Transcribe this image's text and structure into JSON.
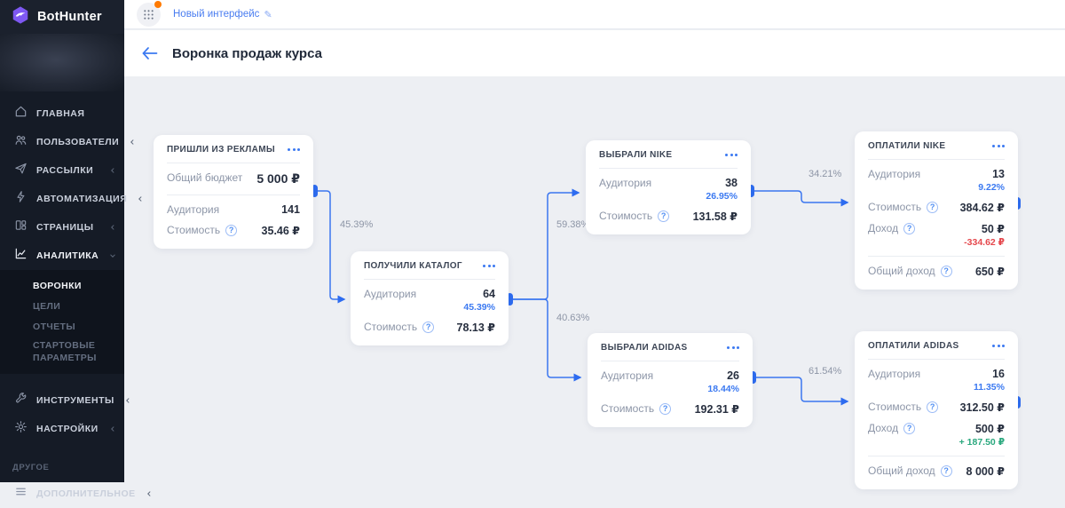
{
  "app": {
    "name": "BotHunter"
  },
  "topbar": {
    "new_interface": "Новый интерфейс"
  },
  "page": {
    "title": "Воронка продаж курса"
  },
  "sidebar": {
    "items": [
      {
        "label": "ГЛАВНАЯ"
      },
      {
        "label": "ПОЛЬЗОВАТЕЛИ"
      },
      {
        "label": "РАССЫЛКИ"
      },
      {
        "label": "АВТОМАТИЗАЦИЯ"
      },
      {
        "label": "СТРАНИЦЫ"
      },
      {
        "label": "АНАЛИТИКА"
      },
      {
        "label": "ИНСТРУМЕНТЫ"
      },
      {
        "label": "НАСТРОЙКИ"
      },
      {
        "label": "ДОПОЛНИТЕЛЬНОЕ"
      }
    ],
    "analytics_sub": [
      {
        "label": "ВОРОНКИ",
        "active": true
      },
      {
        "label": "ЦЕЛИ"
      },
      {
        "label": "ОТЧЕТЫ"
      },
      {
        "label": "СТАРТОВЫЕ ПАРАМЕТРЫ"
      }
    ],
    "section_label": "ДРУГОЕ"
  },
  "funnel": {
    "cards": [
      {
        "title": "ПРИШЛИ ИЗ РЕКЛАМЫ",
        "rows": [
          {
            "label": "Общий бюджет",
            "value": "5 000 ₽"
          },
          {
            "label": "Аудитория",
            "value": "141"
          },
          {
            "label": "Стоимость",
            "value": "35.46 ₽"
          }
        ]
      },
      {
        "title": "ПОЛУЧИЛИ КАТАЛОГ",
        "rows": [
          {
            "label": "Аудитория",
            "value": "64",
            "sub": "45.39%"
          },
          {
            "label": "Стоимость",
            "value": "78.13 ₽"
          }
        ]
      },
      {
        "title": "ВЫБРАЛИ NIKE",
        "rows": [
          {
            "label": "Аудитория",
            "value": "38",
            "sub": "26.95%"
          },
          {
            "label": "Стоимость",
            "value": "131.58 ₽"
          }
        ]
      },
      {
        "title": "ВЫБРАЛИ ADIDAS",
        "rows": [
          {
            "label": "Аудитория",
            "value": "26",
            "sub": "18.44%"
          },
          {
            "label": "Стоимость",
            "value": "192.31 ₽"
          }
        ]
      },
      {
        "title": "ОПЛАТИЛИ NIKE",
        "rows": [
          {
            "label": "Аудитория",
            "value": "13",
            "sub": "9.22%"
          },
          {
            "label": "Стоимость",
            "value": "384.62 ₽"
          },
          {
            "label": "Доход",
            "value": "50 ₽",
            "sub": "-334.62 ₽"
          },
          {
            "label": "Общий доход",
            "value": "650 ₽"
          }
        ]
      },
      {
        "title": "ОПЛАТИЛИ ADIDAS",
        "rows": [
          {
            "label": "Аудитория",
            "value": "16",
            "sub": "11.35%"
          },
          {
            "label": "Стоимость",
            "value": "312.50 ₽"
          },
          {
            "label": "Доход",
            "value": "500 ₽",
            "sub": "+ 187.50 ₽"
          },
          {
            "label": "Общий доход",
            "value": "8 000 ₽"
          }
        ]
      }
    ],
    "edges": [
      {
        "label": "45.39%"
      },
      {
        "label": "59.38%"
      },
      {
        "label": "40.63%"
      },
      {
        "label": "34.21%"
      },
      {
        "label": "61.54%"
      }
    ]
  },
  "colors": {
    "accent": "#3b79f1",
    "edge": "#3b76f0",
    "node": "#2e6cf0",
    "negative": "#e5484d",
    "positive": "#2aa87e",
    "badge": "#ff7a00"
  }
}
